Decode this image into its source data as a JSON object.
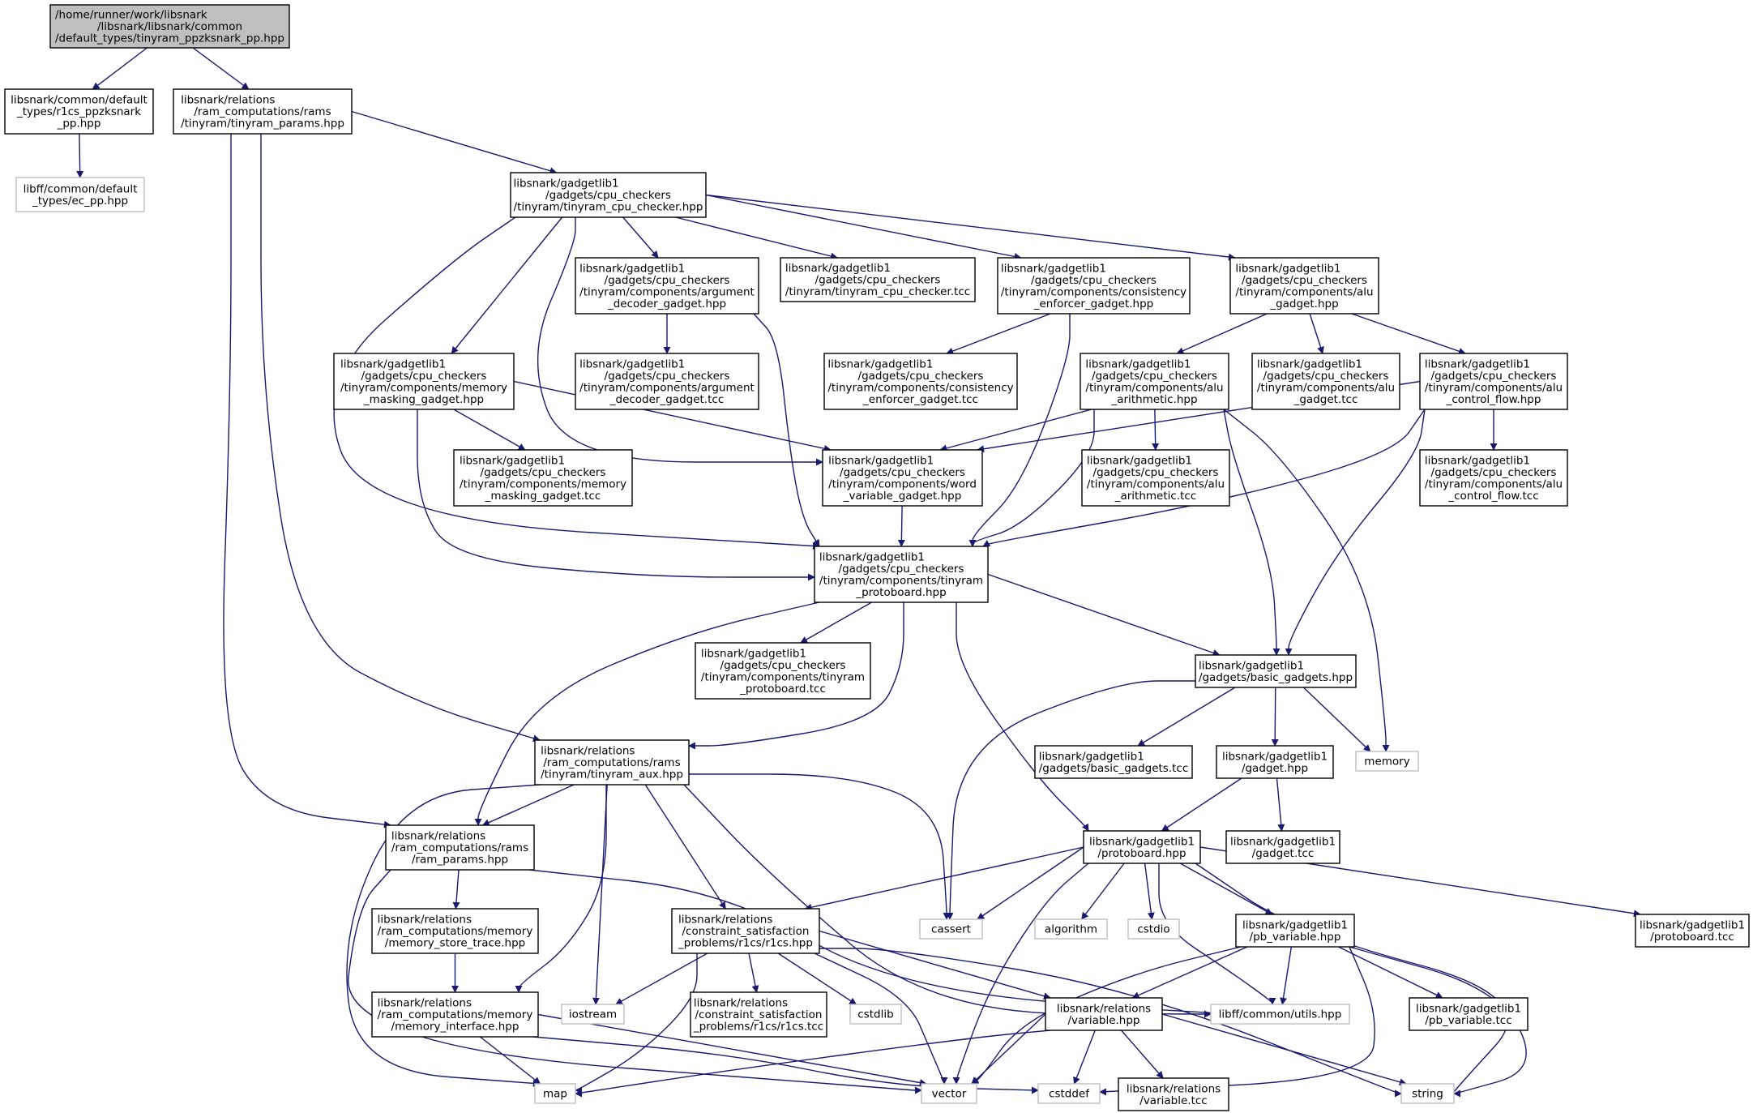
{
  "colors": {
    "edge": "#191970",
    "root_fill": "#bfbfbf",
    "external_border": "#bfbfbf",
    "node_border": "#000000"
  },
  "nodes": [
    {
      "id": "root",
      "kind": "root",
      "lines": [
        "/home/runner/work/libsnark",
        "/libsnark/libsnark/common",
        "/default_types/tinyram_ppzksnark_pp.hpp"
      ]
    },
    {
      "id": "r1cs_ppzksnark_pp",
      "kind": "normal",
      "lines": [
        "libsnark/common/default",
        "_types/r1cs_ppzksnark",
        "_pp.hpp"
      ]
    },
    {
      "id": "ec_pp",
      "kind": "external",
      "lines": [
        "libff/common/default",
        "_types/ec_pp.hpp"
      ]
    },
    {
      "id": "tinyram_params",
      "kind": "normal",
      "lines": [
        "libsnark/relations",
        "/ram_computations/rams",
        "/tinyram/tinyram_params.hpp"
      ]
    },
    {
      "id": "tinyram_cpu_checker",
      "kind": "normal",
      "lines": [
        "libsnark/gadgetlib1",
        "/gadgets/cpu_checkers",
        "/tinyram/tinyram_cpu_checker.hpp"
      ]
    },
    {
      "id": "argument_decoder_hpp",
      "kind": "normal",
      "lines": [
        "libsnark/gadgetlib1",
        "/gadgets/cpu_checkers",
        "/tinyram/components/argument",
        "_decoder_gadget.hpp"
      ]
    },
    {
      "id": "cpu_checker_tcc",
      "kind": "normal",
      "lines": [
        "libsnark/gadgetlib1",
        "/gadgets/cpu_checkers",
        "/tinyram/tinyram_cpu_checker.tcc"
      ]
    },
    {
      "id": "consistency_hpp",
      "kind": "normal",
      "lines": [
        "libsnark/gadgetlib1",
        "/gadgets/cpu_checkers",
        "/tinyram/components/consistency",
        "_enforcer_gadget.hpp"
      ]
    },
    {
      "id": "alu_gadget_hpp",
      "kind": "normal",
      "lines": [
        "libsnark/gadgetlib1",
        "/gadgets/cpu_checkers",
        "/tinyram/components/alu",
        "_gadget.hpp"
      ]
    },
    {
      "id": "memory_masking_hpp",
      "kind": "normal",
      "lines": [
        "libsnark/gadgetlib1",
        "/gadgets/cpu_checkers",
        "/tinyram/components/memory",
        "_masking_gadget.hpp"
      ]
    },
    {
      "id": "argument_decoder_tcc",
      "kind": "normal",
      "lines": [
        "libsnark/gadgetlib1",
        "/gadgets/cpu_checkers",
        "/tinyram/components/argument",
        "_decoder_gadget.tcc"
      ]
    },
    {
      "id": "consistency_tcc",
      "kind": "normal",
      "lines": [
        "libsnark/gadgetlib1",
        "/gadgets/cpu_checkers",
        "/tinyram/components/consistency",
        "_enforcer_gadget.tcc"
      ]
    },
    {
      "id": "alu_arithmetic_hpp",
      "kind": "normal",
      "lines": [
        "libsnark/gadgetlib1",
        "/gadgets/cpu_checkers",
        "/tinyram/components/alu",
        "_arithmetic.hpp"
      ]
    },
    {
      "id": "alu_gadget_tcc",
      "kind": "normal",
      "lines": [
        "libsnark/gadgetlib1",
        "/gadgets/cpu_checkers",
        "/tinyram/components/alu",
        "_gadget.tcc"
      ]
    },
    {
      "id": "alu_control_flow_hpp",
      "kind": "normal",
      "lines": [
        "libsnark/gadgetlib1",
        "/gadgets/cpu_checkers",
        "/tinyram/components/alu",
        "_control_flow.hpp"
      ]
    },
    {
      "id": "memory_masking_tcc",
      "kind": "normal",
      "lines": [
        "libsnark/gadgetlib1",
        "/gadgets/cpu_checkers",
        "/tinyram/components/memory",
        "_masking_gadget.tcc"
      ]
    },
    {
      "id": "word_variable_hpp",
      "kind": "normal",
      "lines": [
        "libsnark/gadgetlib1",
        "/gadgets/cpu_checkers",
        "/tinyram/components/word",
        "_variable_gadget.hpp"
      ]
    },
    {
      "id": "alu_arithmetic_tcc",
      "kind": "normal",
      "lines": [
        "libsnark/gadgetlib1",
        "/gadgets/cpu_checkers",
        "/tinyram/components/alu",
        "_arithmetic.tcc"
      ]
    },
    {
      "id": "alu_control_flow_tcc",
      "kind": "normal",
      "lines": [
        "libsnark/gadgetlib1",
        "/gadgets/cpu_checkers",
        "/tinyram/components/alu",
        "_control_flow.tcc"
      ]
    },
    {
      "id": "tinyram_protoboard_hpp",
      "kind": "normal",
      "lines": [
        "libsnark/gadgetlib1",
        "/gadgets/cpu_checkers",
        "/tinyram/components/tinyram",
        "_protoboard.hpp"
      ]
    },
    {
      "id": "tinyram_protoboard_tcc",
      "kind": "normal",
      "lines": [
        "libsnark/gadgetlib1",
        "/gadgets/cpu_checkers",
        "/tinyram/components/tinyram",
        "_protoboard.tcc"
      ]
    },
    {
      "id": "basic_gadgets_hpp",
      "kind": "normal",
      "lines": [
        "libsnark/gadgetlib1",
        "/gadgets/basic_gadgets.hpp"
      ]
    },
    {
      "id": "tinyram_aux_hpp",
      "kind": "normal",
      "lines": [
        "libsnark/relations",
        "/ram_computations/rams",
        "/tinyram/tinyram_aux.hpp"
      ]
    },
    {
      "id": "basic_gadgets_tcc",
      "kind": "normal",
      "lines": [
        "libsnark/gadgetlib1",
        "/gadgets/basic_gadgets.tcc"
      ]
    },
    {
      "id": "gadget_hpp",
      "kind": "normal",
      "lines": [
        "libsnark/gadgetlib1",
        "/gadget.hpp"
      ]
    },
    {
      "id": "memory",
      "kind": "external",
      "lines": [
        "memory"
      ]
    },
    {
      "id": "ram_params_hpp",
      "kind": "normal",
      "lines": [
        "libsnark/relations",
        "/ram_computations/rams",
        "/ram_params.hpp"
      ]
    },
    {
      "id": "protoboard_hpp",
      "kind": "normal",
      "lines": [
        "libsnark/gadgetlib1",
        "/protoboard.hpp"
      ]
    },
    {
      "id": "gadget_tcc",
      "kind": "normal",
      "lines": [
        "libsnark/gadgetlib1",
        "/gadget.tcc"
      ]
    },
    {
      "id": "memory_store_trace_hpp",
      "kind": "normal",
      "lines": [
        "libsnark/relations",
        "/ram_computations/memory",
        "/memory_store_trace.hpp"
      ]
    },
    {
      "id": "r1cs_hpp",
      "kind": "normal",
      "lines": [
        "libsnark/relations",
        "/constraint_satisfaction",
        "_problems/r1cs/r1cs.hpp"
      ]
    },
    {
      "id": "cassert",
      "kind": "external",
      "lines": [
        "cassert"
      ]
    },
    {
      "id": "algorithm",
      "kind": "external",
      "lines": [
        "algorithm"
      ]
    },
    {
      "id": "cstdio",
      "kind": "external",
      "lines": [
        "cstdio"
      ]
    },
    {
      "id": "pb_variable_hpp",
      "kind": "normal",
      "lines": [
        "libsnark/gadgetlib1",
        "/pb_variable.hpp"
      ]
    },
    {
      "id": "protoboard_tcc",
      "kind": "normal",
      "lines": [
        "libsnark/gadgetlib1",
        "/protoboard.tcc"
      ]
    },
    {
      "id": "memory_interface_hpp",
      "kind": "normal",
      "lines": [
        "libsnark/relations",
        "/ram_computations/memory",
        "/memory_interface.hpp"
      ]
    },
    {
      "id": "iostream",
      "kind": "external",
      "lines": [
        "iostream"
      ]
    },
    {
      "id": "r1cs_tcc",
      "kind": "normal",
      "lines": [
        "libsnark/relations",
        "/constraint_satisfaction",
        "_problems/r1cs/r1cs.tcc"
      ]
    },
    {
      "id": "cstdlib",
      "kind": "external",
      "lines": [
        "cstdlib"
      ]
    },
    {
      "id": "variable_hpp",
      "kind": "normal",
      "lines": [
        "libsnark/relations",
        "/variable.hpp"
      ]
    },
    {
      "id": "utils_hpp",
      "kind": "external",
      "lines": [
        "libff/common/utils.hpp"
      ]
    },
    {
      "id": "pb_variable_tcc",
      "kind": "normal",
      "lines": [
        "libsnark/gadgetlib1",
        "/pb_variable.tcc"
      ]
    },
    {
      "id": "map",
      "kind": "external",
      "lines": [
        "map"
      ]
    },
    {
      "id": "vector",
      "kind": "external",
      "lines": [
        "vector"
      ]
    },
    {
      "id": "cstddef",
      "kind": "external",
      "lines": [
        "cstddef"
      ]
    },
    {
      "id": "variable_tcc",
      "kind": "normal",
      "lines": [
        "libsnark/relations",
        "/variable.tcc"
      ]
    },
    {
      "id": "string",
      "kind": "external",
      "lines": [
        "string"
      ]
    }
  ],
  "edges": [
    [
      "root",
      "r1cs_ppzksnark_pp"
    ],
    [
      "root",
      "tinyram_params"
    ],
    [
      "r1cs_ppzksnark_pp",
      "ec_pp"
    ],
    [
      "tinyram_params",
      "tinyram_cpu_checker"
    ],
    [
      "tinyram_params",
      "tinyram_aux_hpp"
    ],
    [
      "tinyram_params",
      "ram_params_hpp"
    ],
    [
      "tinyram_cpu_checker",
      "argument_decoder_hpp"
    ],
    [
      "tinyram_cpu_checker",
      "cpu_checker_tcc"
    ],
    [
      "tinyram_cpu_checker",
      "consistency_hpp"
    ],
    [
      "tinyram_cpu_checker",
      "alu_gadget_hpp"
    ],
    [
      "tinyram_cpu_checker",
      "memory_masking_hpp"
    ],
    [
      "tinyram_cpu_checker",
      "word_variable_hpp"
    ],
    [
      "tinyram_cpu_checker",
      "tinyram_protoboard_hpp"
    ],
    [
      "argument_decoder_hpp",
      "argument_decoder_tcc"
    ],
    [
      "argument_decoder_hpp",
      "tinyram_protoboard_hpp"
    ],
    [
      "consistency_hpp",
      "consistency_tcc"
    ],
    [
      "consistency_hpp",
      "tinyram_protoboard_hpp"
    ],
    [
      "alu_gadget_hpp",
      "alu_arithmetic_hpp"
    ],
    [
      "alu_gadget_hpp",
      "alu_gadget_tcc"
    ],
    [
      "alu_gadget_hpp",
      "alu_control_flow_hpp"
    ],
    [
      "memory_masking_hpp",
      "memory_masking_tcc"
    ],
    [
      "memory_masking_hpp",
      "word_variable_hpp"
    ],
    [
      "memory_masking_hpp",
      "tinyram_protoboard_hpp"
    ],
    [
      "alu_arithmetic_hpp",
      "word_variable_hpp"
    ],
    [
      "alu_arithmetic_hpp",
      "alu_arithmetic_tcc"
    ],
    [
      "alu_arithmetic_hpp",
      "tinyram_protoboard_hpp"
    ],
    [
      "alu_arithmetic_hpp",
      "basic_gadgets_hpp"
    ],
    [
      "alu_arithmetic_hpp",
      "memory"
    ],
    [
      "alu_control_flow_hpp",
      "word_variable_hpp"
    ],
    [
      "alu_control_flow_hpp",
      "alu_control_flow_tcc"
    ],
    [
      "alu_control_flow_hpp",
      "tinyram_protoboard_hpp"
    ],
    [
      "alu_control_flow_hpp",
      "basic_gadgets_hpp"
    ],
    [
      "word_variable_hpp",
      "tinyram_protoboard_hpp"
    ],
    [
      "tinyram_protoboard_hpp",
      "tinyram_protoboard_tcc"
    ],
    [
      "tinyram_protoboard_hpp",
      "basic_gadgets_hpp"
    ],
    [
      "tinyram_protoboard_hpp",
      "tinyram_aux_hpp"
    ],
    [
      "tinyram_protoboard_hpp",
      "ram_params_hpp"
    ],
    [
      "tinyram_protoboard_hpp",
      "protoboard_hpp"
    ],
    [
      "basic_gadgets_hpp",
      "basic_gadgets_tcc"
    ],
    [
      "basic_gadgets_hpp",
      "gadget_hpp"
    ],
    [
      "basic_gadgets_hpp",
      "memory"
    ],
    [
      "basic_gadgets_hpp",
      "cassert"
    ],
    [
      "gadget_hpp",
      "protoboard_hpp"
    ],
    [
      "gadget_hpp",
      "gadget_tcc"
    ],
    [
      "tinyram_aux_hpp",
      "ram_params_hpp"
    ],
    [
      "tinyram_aux_hpp",
      "r1cs_hpp"
    ],
    [
      "tinyram_aux_hpp",
      "memory_interface_hpp"
    ],
    [
      "tinyram_aux_hpp",
      "iostream"
    ],
    [
      "tinyram_aux_hpp",
      "cassert"
    ],
    [
      "tinyram_aux_hpp",
      "utils_hpp"
    ],
    [
      "tinyram_aux_hpp",
      "map"
    ],
    [
      "ram_params_hpp",
      "memory_store_trace_hpp"
    ],
    [
      "ram_params_hpp",
      "vector"
    ],
    [
      "ram_params_hpp",
      "utils_hpp"
    ],
    [
      "memory_store_trace_hpp",
      "memory_interface_hpp"
    ],
    [
      "memory_interface_hpp",
      "map"
    ],
    [
      "memory_interface_hpp",
      "vector"
    ],
    [
      "memory_interface_hpp",
      "cstddef"
    ],
    [
      "protoboard_hpp",
      "r1cs_hpp"
    ],
    [
      "protoboard_hpp",
      "cassert"
    ],
    [
      "protoboard_hpp",
      "algorithm"
    ],
    [
      "protoboard_hpp",
      "cstdio"
    ],
    [
      "protoboard_hpp",
      "pb_variable_hpp"
    ],
    [
      "protoboard_hpp",
      "utils_hpp"
    ],
    [
      "protoboard_hpp",
      "protoboard_tcc"
    ],
    [
      "protoboard_hpp",
      "vector"
    ],
    [
      "protoboard_hpp",
      "string"
    ],
    [
      "r1cs_hpp",
      "iostream"
    ],
    [
      "r1cs_hpp",
      "r1cs_tcc"
    ],
    [
      "r1cs_hpp",
      "cstdlib"
    ],
    [
      "r1cs_hpp",
      "variable_hpp"
    ],
    [
      "r1cs_hpp",
      "map"
    ],
    [
      "r1cs_hpp",
      "vector"
    ],
    [
      "r1cs_hpp",
      "string"
    ],
    [
      "pb_variable_hpp",
      "variable_hpp"
    ],
    [
      "pb_variable_hpp",
      "utils_hpp"
    ],
    [
      "pb_variable_hpp",
      "pb_variable_tcc"
    ],
    [
      "pb_variable_hpp",
      "vector"
    ],
    [
      "pb_variable_hpp",
      "cstddef"
    ],
    [
      "pb_variable_hpp",
      "string"
    ],
    [
      "variable_hpp",
      "map"
    ],
    [
      "variable_hpp",
      "vector"
    ],
    [
      "variable_hpp",
      "cstddef"
    ],
    [
      "variable_hpp",
      "variable_tcc"
    ],
    [
      "variable_hpp",
      "string"
    ]
  ]
}
